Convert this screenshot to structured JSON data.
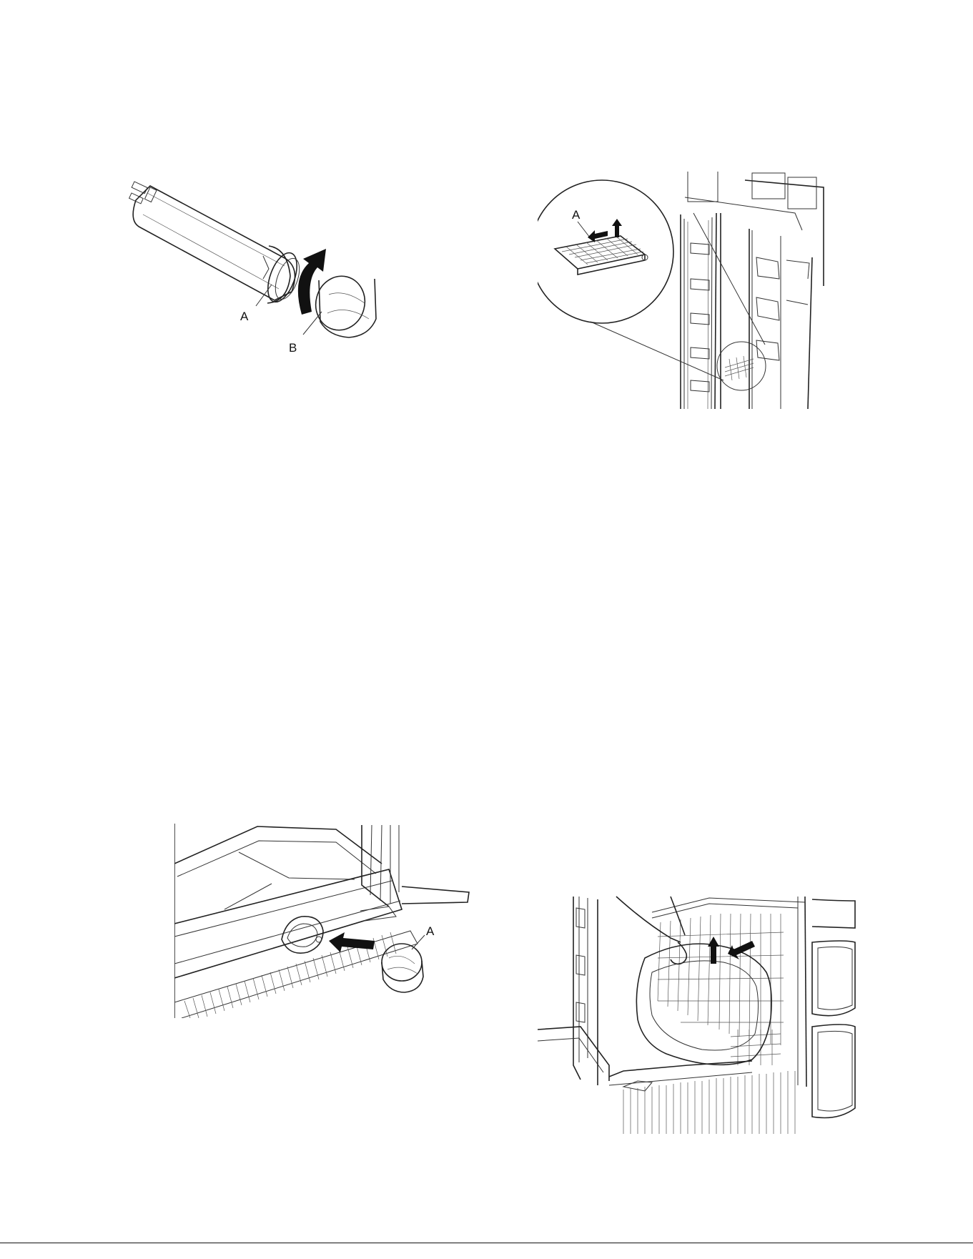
{
  "figures": {
    "filter_cap": {
      "callout_a": "A",
      "callout_b": "B"
    },
    "door_shelf": {
      "callout_a": "A"
    },
    "filter_housing": {
      "callout_a": "A"
    },
    "freezer_drawer": {}
  },
  "colors": {
    "line": "#222222",
    "arrow": "#111111",
    "paper": "#ffffff"
  },
  "footer": {
    "mark": ""
  }
}
